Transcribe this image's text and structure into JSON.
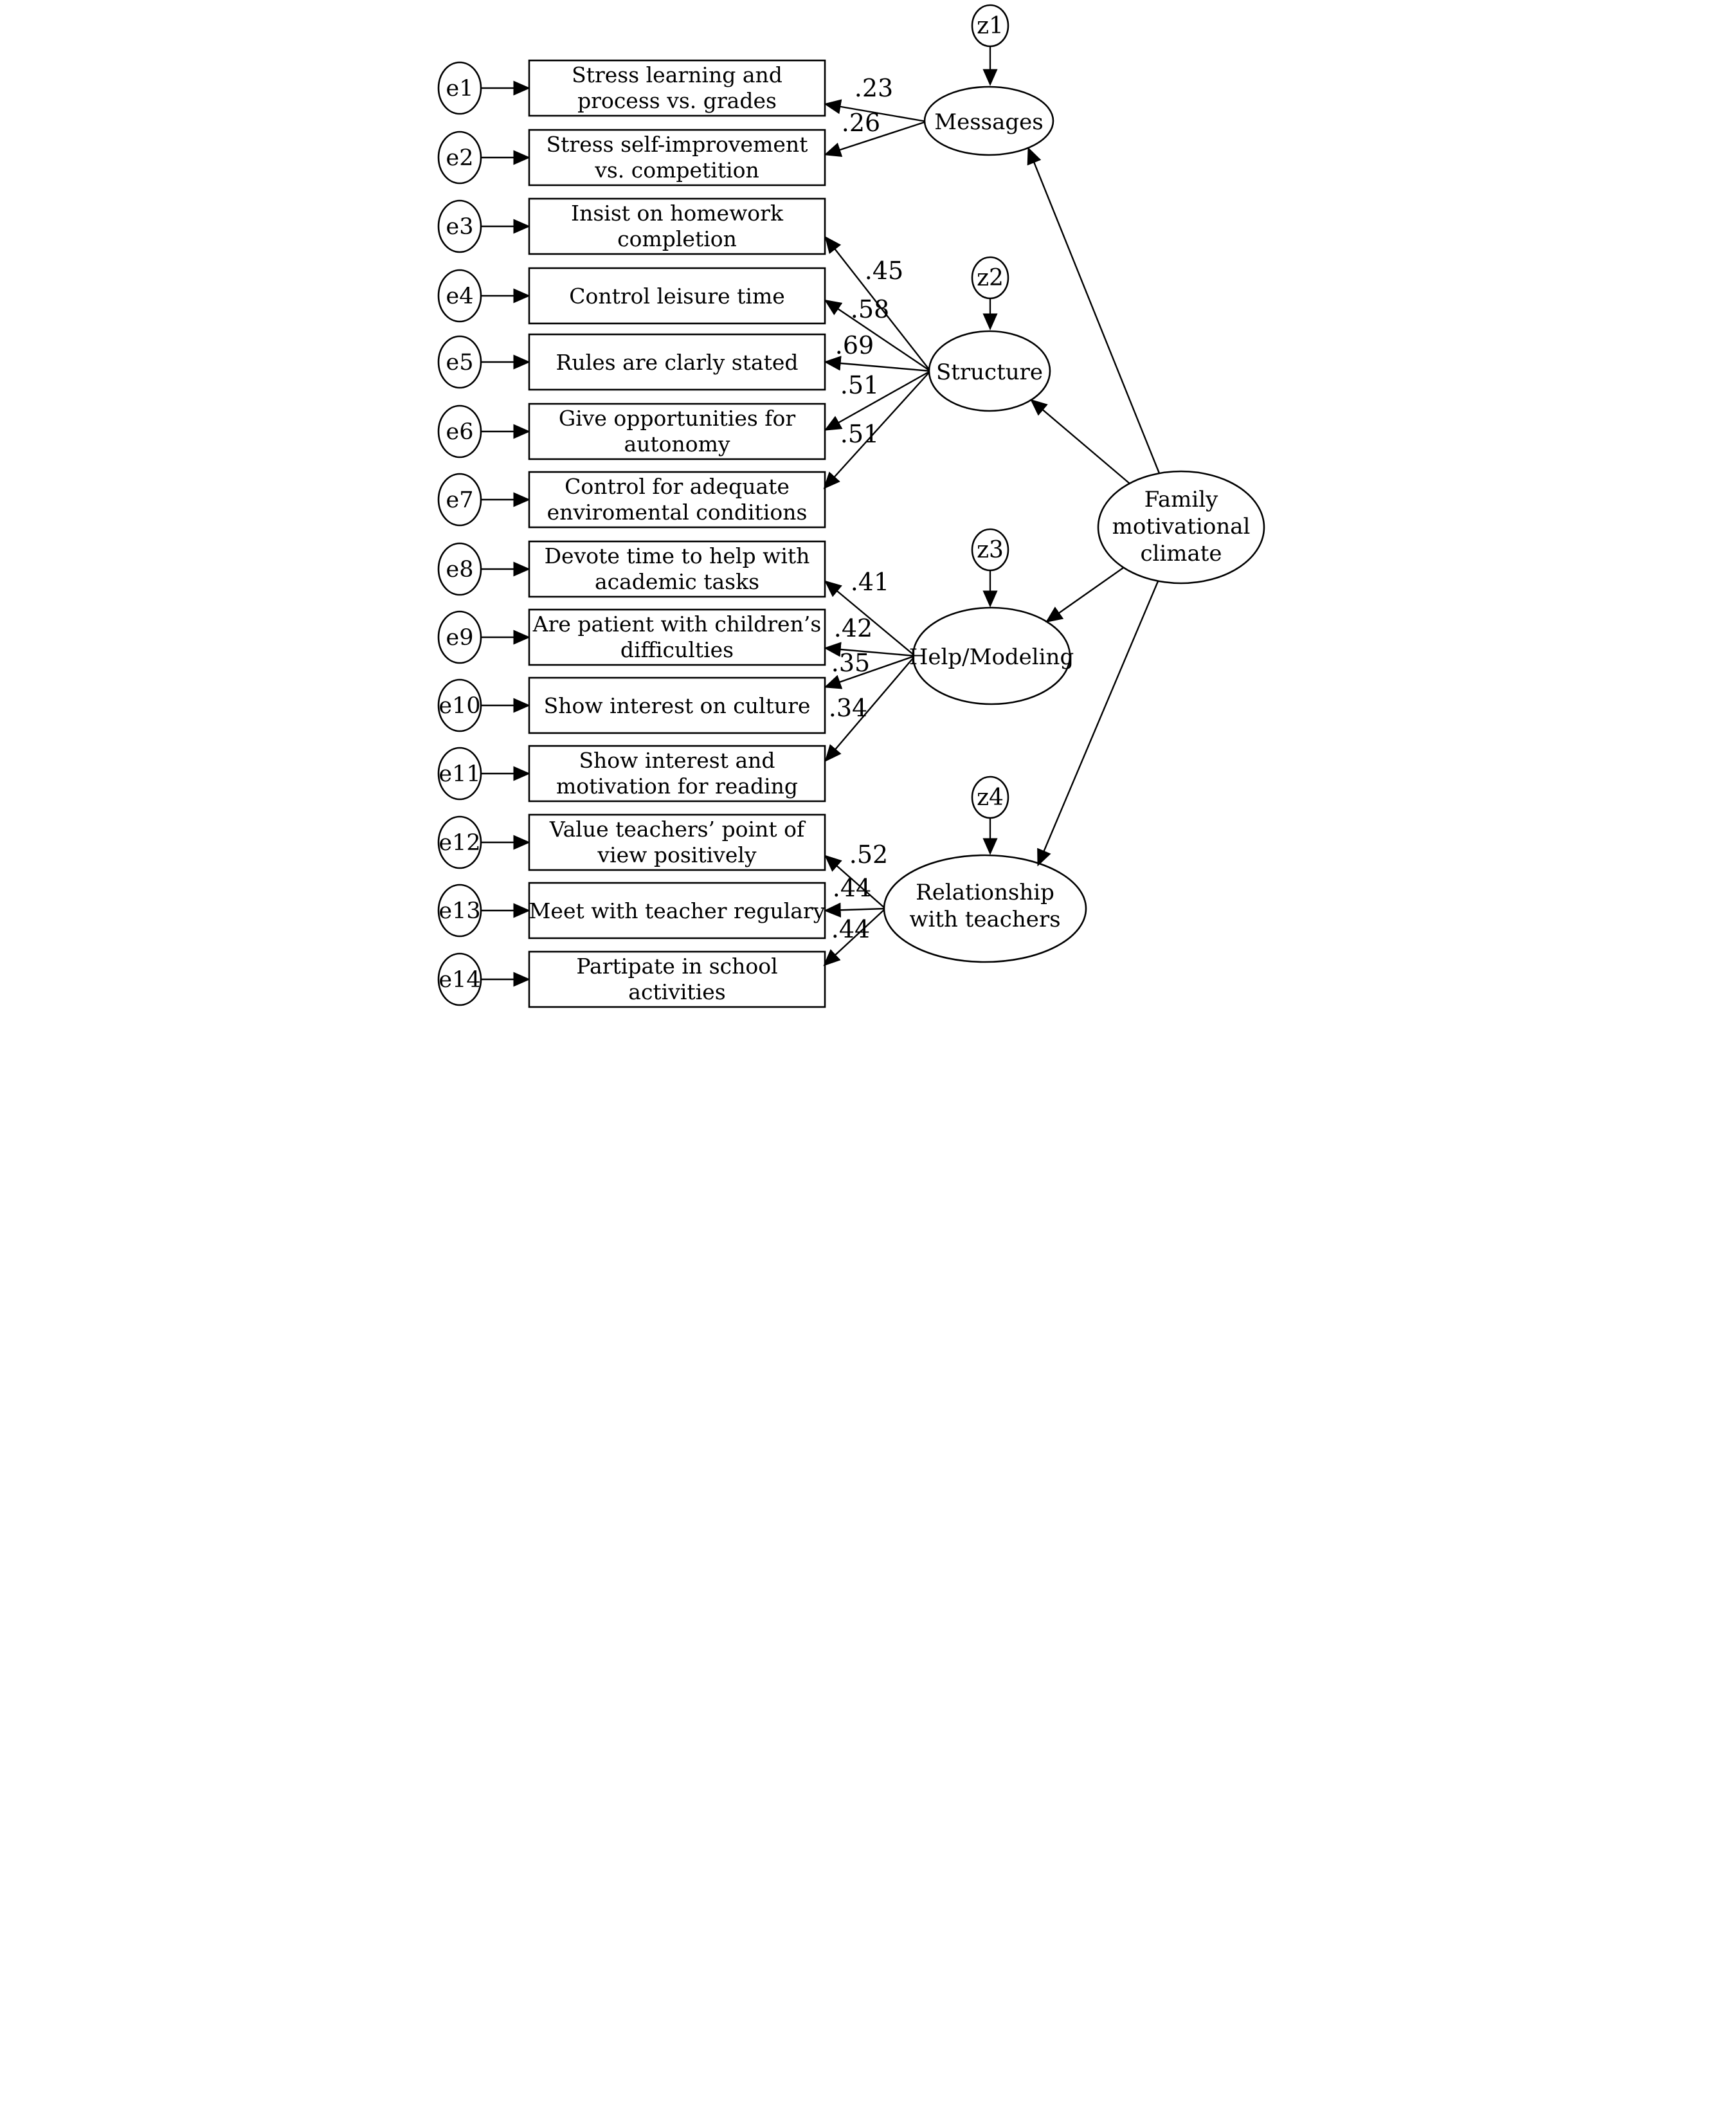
{
  "colors": {
    "ink": "#000000",
    "background": "#ffffff"
  },
  "error_terms": [
    "e1",
    "e2",
    "e3",
    "e4",
    "e5",
    "e6",
    "e7",
    "e8",
    "e9",
    "e10",
    "e11",
    "e12",
    "e13",
    "e14"
  ],
  "disturbances": [
    "z1",
    "z2",
    "z3",
    "z4"
  ],
  "indicators": [
    {
      "lines": [
        "Stress learning and",
        "process vs. grades"
      ]
    },
    {
      "lines": [
        "Stress self-improvement",
        "vs. competition"
      ]
    },
    {
      "lines": [
        "Insist on homework",
        "completion"
      ]
    },
    {
      "lines": [
        "Control leisure time"
      ]
    },
    {
      "lines": [
        "Rules are clarly stated"
      ]
    },
    {
      "lines": [
        "Give opportunities for",
        "autonomy"
      ]
    },
    {
      "lines": [
        "Control for adequate",
        "enviromental conditions"
      ]
    },
    {
      "lines": [
        "Devote time to help with",
        "academic tasks"
      ]
    },
    {
      "lines": [
        "Are patient with children’s",
        "difficulties"
      ]
    },
    {
      "lines": [
        "Show interest on culture"
      ]
    },
    {
      "lines": [
        "Show interest and",
        "motivation for reading"
      ]
    },
    {
      "lines": [
        "Value teachers’ point of",
        "view positively"
      ]
    },
    {
      "lines": [
        "Meet with teacher regulary"
      ]
    },
    {
      "lines": [
        "Partipate in school",
        "activities"
      ]
    }
  ],
  "factors": [
    {
      "lines": [
        "Messages"
      ],
      "loadings": [
        ".23",
        ".26"
      ]
    },
    {
      "lines": [
        "Structure"
      ],
      "loadings": [
        ".45",
        ".58",
        ".69",
        ".51",
        ".51"
      ]
    },
    {
      "lines": [
        "Help/Modeling"
      ],
      "loadings": [
        ".41",
        ".42",
        ".35",
        ".34"
      ]
    },
    {
      "lines": [
        "Relationship",
        "with teachers"
      ],
      "loadings": [
        ".52",
        ".44",
        ".44"
      ]
    }
  ],
  "second_order_factor": {
    "lines": [
      "Family",
      "motivational",
      "climate"
    ]
  }
}
